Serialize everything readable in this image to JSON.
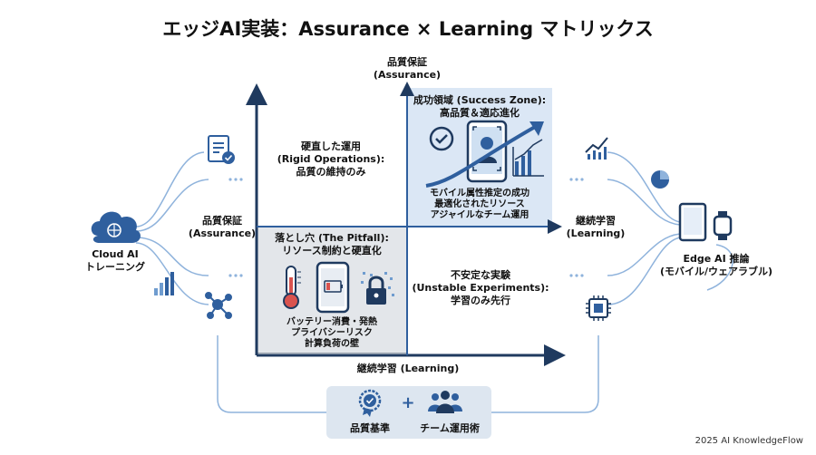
{
  "title": "エッジAI実装：Assurance × Learning マトリックス",
  "axes": {
    "y_label_jp": "品質保証",
    "y_label_en": "(Assurance)",
    "x_label": "継続学習 (Learning)",
    "right_label_jp": "継続学習",
    "right_label_en": "(Learning)",
    "left_label_jp": "品質保証",
    "left_label_en": "(Assurance)"
  },
  "quadrants": {
    "top_left": {
      "line1": "硬直した運用",
      "line2": "(Rigid Operations):",
      "line3": "品質の維持のみ"
    },
    "top_right": {
      "title1": "成功領域 (Success Zone):",
      "title2": "高品質＆適応進化",
      "desc1": "モバイル属性推定の成功",
      "desc2": "最適化されたリソース",
      "desc3": "アジャイルなチーム運用"
    },
    "bottom_left": {
      "title1": "落とし穴 (The Pitfall):",
      "title2": "リソース制約と硬直化",
      "desc1": "バッテリー消費・発熱",
      "desc2": "プライバシーリスク",
      "desc3": "計算負荷の壁"
    },
    "bottom_right": {
      "line1": "不安定な実験",
      "line2": "(Unstable Experiments):",
      "line3": "学習のみ先行"
    }
  },
  "left_node": {
    "line1": "Cloud AI",
    "line2": "トレーニング"
  },
  "right_node": {
    "line1": "Edge AI 推論",
    "line2": "(モバイル/ウェアラブル)"
  },
  "bottom_card": {
    "left": "品質基準",
    "plus": "+",
    "right": "チーム運用術"
  },
  "footer": "2025 AI KnowledgeFlow",
  "colors": {
    "navy": "#1f3a5f",
    "blue": "#2f5f9e",
    "light": "#6f9ccf",
    "accent": "#3d7cc9"
  },
  "icons": [
    "document-check-icon",
    "brain-cloud-icon",
    "network-icon",
    "bar-chart-icon",
    "pie-chart-icon",
    "tablet-icon",
    "watch-icon",
    "chip-icon",
    "check-circle-icon",
    "face-scan-phone-icon",
    "trend-arrow-icon",
    "thermometer-icon",
    "low-battery-phone-icon",
    "lock-icon",
    "badge-icon",
    "team-icon"
  ]
}
